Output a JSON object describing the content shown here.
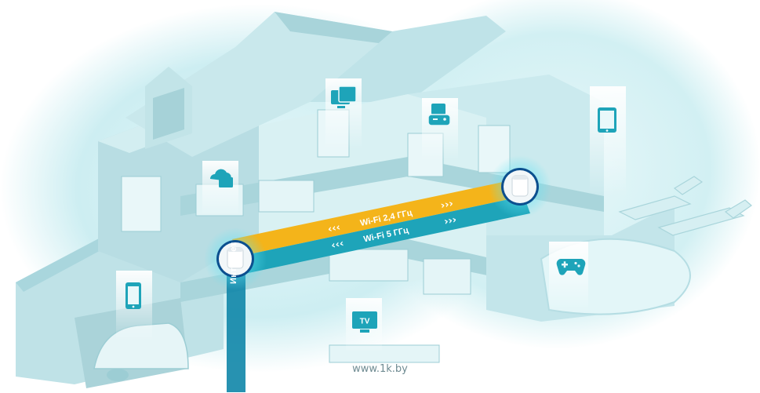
{
  "bands": {
    "wifi_24": "Wi-Fi 2,4 ГГц",
    "wifi_5": "Wi-Fi 5 ГГц",
    "arrows_right": "›››",
    "arrows_left": "‹‹‹"
  },
  "uplink_label": "Интернет",
  "tv_icon_text": "TV",
  "watermark": "www.1k.by",
  "colors": {
    "sky_glow": "#cfeff3",
    "house": "#c6e6ea",
    "band_24": "#f4b41a",
    "band_5": "#1ea4b9",
    "accent": "#0f86a8"
  },
  "icons": [
    "cloud-folder-icon",
    "desktop-monitor-icon",
    "game-device-icon",
    "tablet-icon",
    "smartphone-icon",
    "tv-icon",
    "gamepad-icon",
    "router-icon"
  ]
}
